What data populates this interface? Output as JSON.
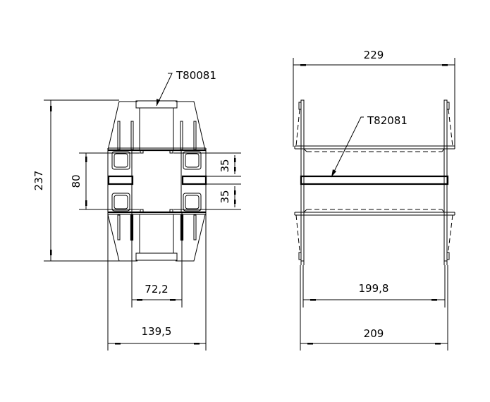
{
  "drawing": {
    "background": "#ffffff",
    "line_color": "#000000",
    "views": [
      {
        "id": "top-view",
        "part_label": "T80081",
        "dimensions": {
          "overall_height": "237",
          "inner_height": "80",
          "upper_gap": "35",
          "lower_gap": "35",
          "inner_width": "72,2",
          "overall_width": "139,5"
        }
      },
      {
        "id": "side-view",
        "part_label": "T82081",
        "dimensions": {
          "top_width": "229",
          "inner_width": "199,8",
          "base_width": "209"
        }
      }
    ]
  }
}
